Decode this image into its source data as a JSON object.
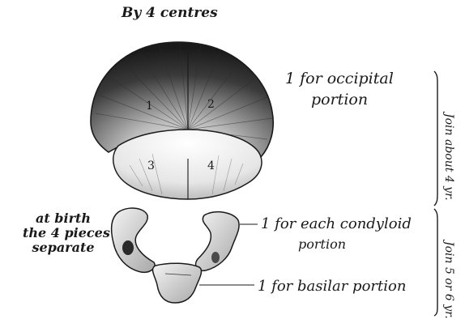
{
  "title": "By 4 centres",
  "occipital_label": {
    "line1": "1 for occipital",
    "line2": "portion"
  },
  "birth_label": {
    "line1": "at birth",
    "line2": "the 4 pieces",
    "line3": "separate"
  },
  "condyloid_label": {
    "line1": "1 for each condyloid",
    "line2": "portion"
  },
  "basilar_label": "1 for basilar portion",
  "bracket_notes": {
    "upper": "Join about 4 yr.",
    "lower": "Join 5 or 6 yr."
  },
  "piece_numbers": [
    "1",
    "2",
    "3",
    "4"
  ]
}
